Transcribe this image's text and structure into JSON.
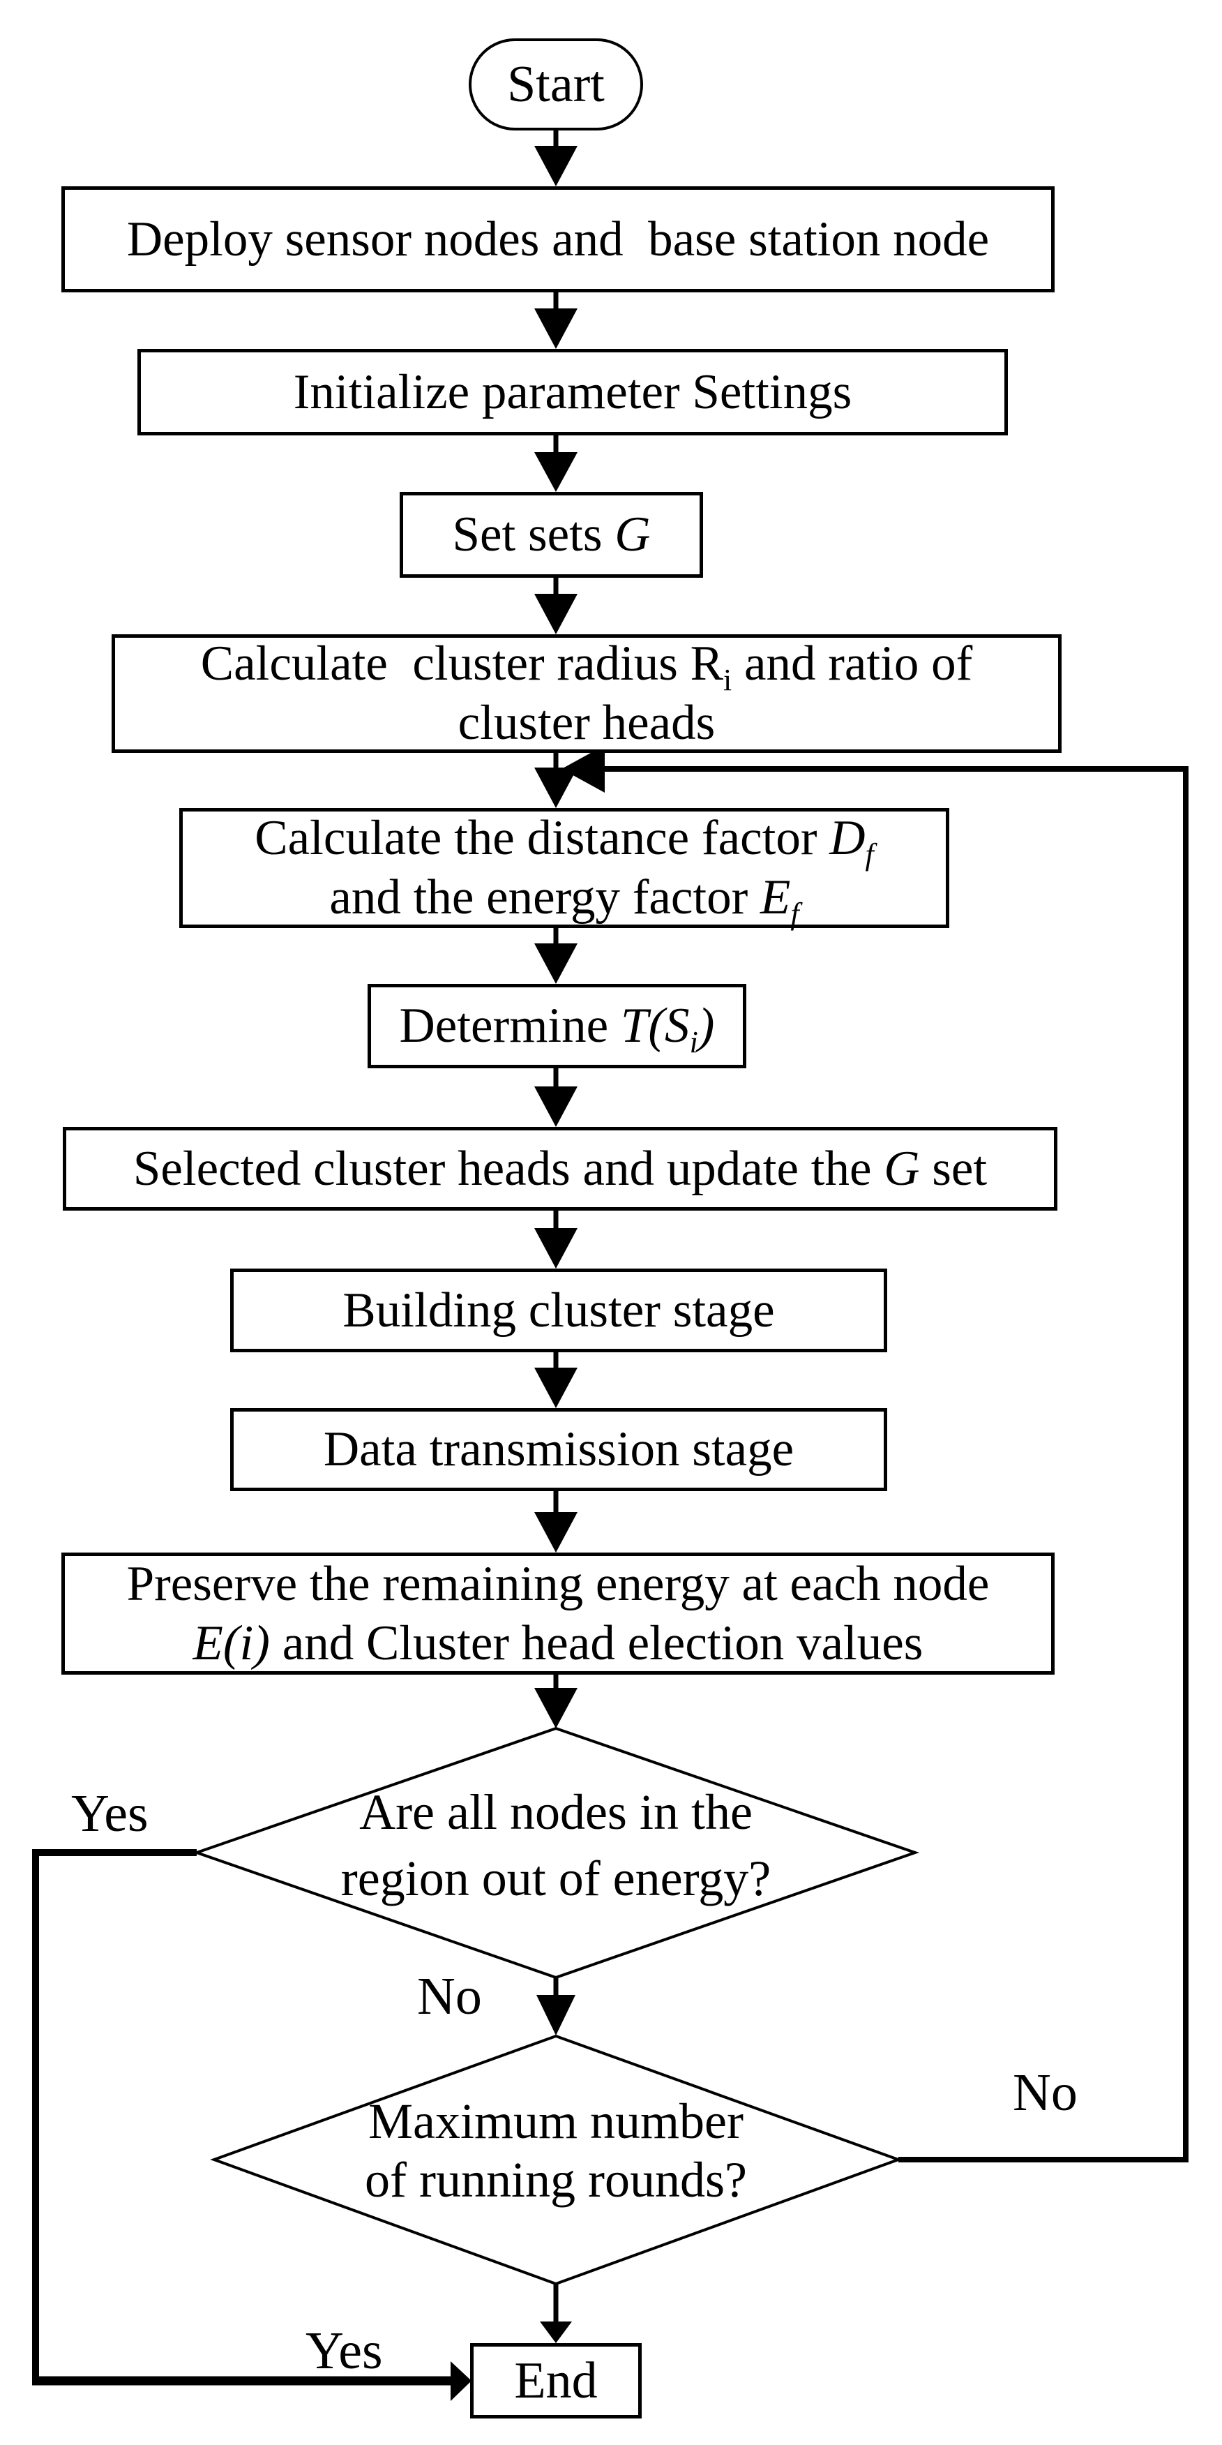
{
  "canvas": {
    "background": "#ffffff",
    "ink": "#000000"
  },
  "flowchart": {
    "start": {
      "label": "Start"
    },
    "deploy": {
      "label_html": "Deploy sensor nodes and&nbsp; base station node"
    },
    "init": {
      "label": "Initialize parameter Settings"
    },
    "set_g": {
      "label_html": "Set sets <i>G</i>"
    },
    "calc_radius": {
      "line1_html": "Calculate&nbsp; cluster radius R<sub>i</sub> and ratio of",
      "line2": "cluster heads"
    },
    "calc_factor": {
      "line1_html": "Calculate the distance factor <i>D<sub>f</sub></i>",
      "line2_html": "and the energy factor <i>E<sub>f</sub></i>"
    },
    "determine": {
      "label_html": "Determine <i>T(S<sub>i</sub>)</i>"
    },
    "selected": {
      "label_html": "Selected cluster heads and update the <i>G</i> set"
    },
    "building": {
      "label": "Building cluster stage"
    },
    "data_tx": {
      "label": "Data transmission stage"
    },
    "preserve": {
      "line1": "Preserve the remaining energy at each node",
      "line2_html": "<i>E(i)</i> and Cluster head election values"
    },
    "decision_energy": {
      "line1": "Are all nodes in the",
      "line2": "region out of energy?",
      "yes_label": "Yes",
      "no_label": "No"
    },
    "decision_rounds": {
      "line1": "Maximum number",
      "line2": "of running rounds?",
      "no_label": "No",
      "yes_label": "Yes"
    },
    "end": {
      "label": "End"
    }
  }
}
